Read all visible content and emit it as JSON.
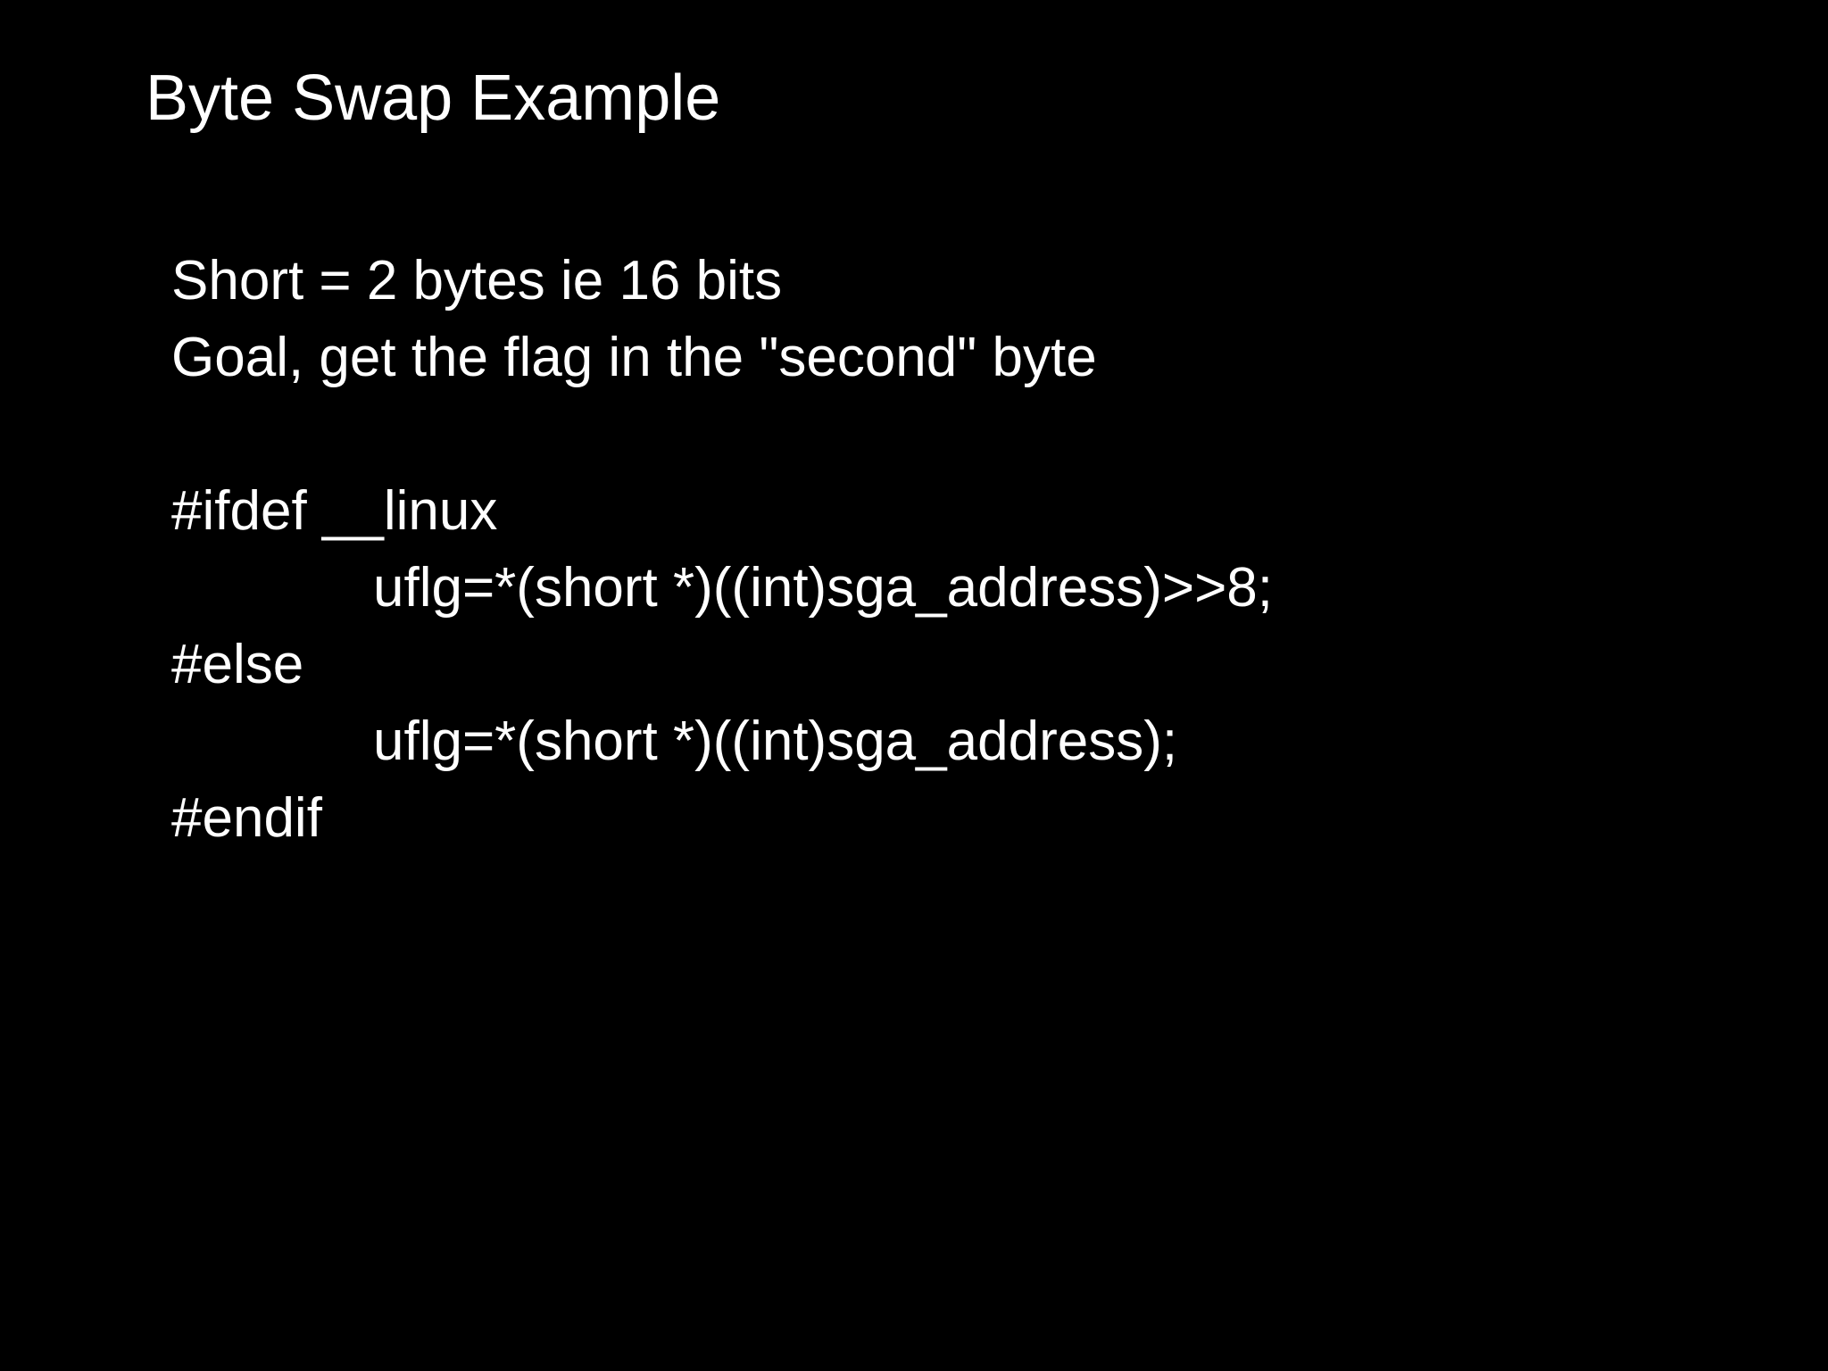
{
  "slide": {
    "background_color": "#000000",
    "text_color": "#ffffff",
    "title": "Byte Swap Example",
    "lines": [
      {
        "text": "Short = 2 bytes ie 16 bits",
        "indent": false
      },
      {
        "text": "Goal, get the flag in the \"second\" byte",
        "indent": false
      },
      {
        "text": "",
        "indent": false
      },
      {
        "text": "#ifdef __linux",
        "indent": false
      },
      {
        "text": "uflg=*(short *)((int)sga_address)>>8;",
        "indent": true
      },
      {
        "text": "#else",
        "indent": false
      },
      {
        "text": "uflg=*(short *)((int)sga_address);",
        "indent": true
      },
      {
        "text": "#endif",
        "indent": false
      }
    ]
  }
}
